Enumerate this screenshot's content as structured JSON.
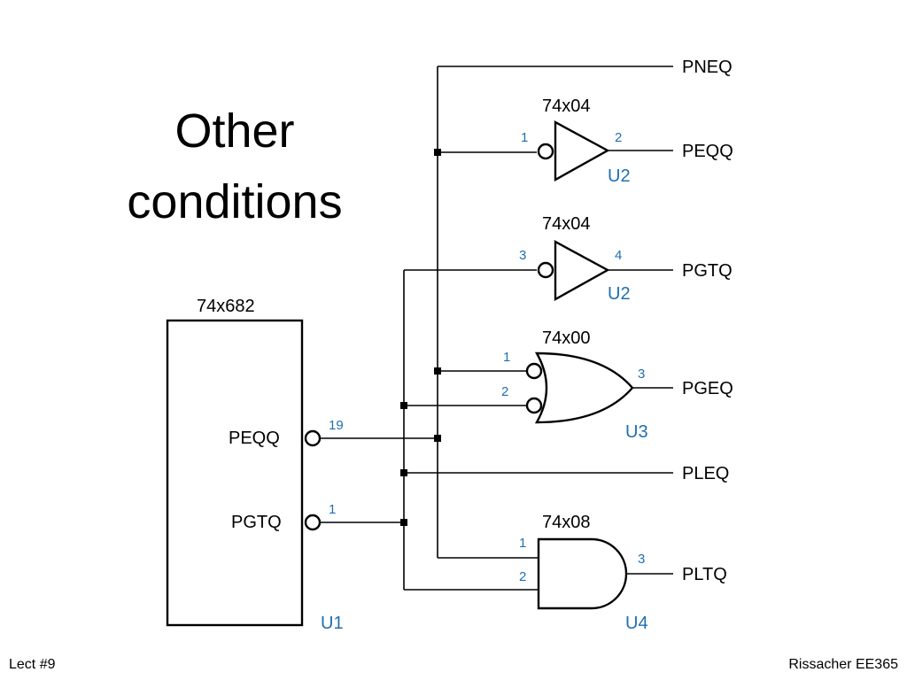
{
  "slide": {
    "title_line1": "Other",
    "title_line2": "conditions",
    "footer_left": "Lect #9",
    "footer_right": "Rissacher EE365"
  },
  "colors": {
    "pin_label": "#1f6fb2",
    "wire": "#000000"
  },
  "u1": {
    "part": "74x682",
    "ref": "U1",
    "pin_peqq_label": "PEQQ",
    "pin_peqq_num": "19",
    "pin_pgtq_label": "PGTQ",
    "pin_pgtq_num": "1"
  },
  "inv1": {
    "part": "74x04",
    "ref": "U2",
    "in_pin": "1",
    "out_pin": "2"
  },
  "inv2": {
    "part": "74x04",
    "ref": "U2",
    "in_pin": "3",
    "out_pin": "4"
  },
  "or1": {
    "part": "74x00",
    "ref": "U3",
    "in_pin_a": "1",
    "in_pin_b": "2",
    "out_pin": "3"
  },
  "and1": {
    "part": "74x08",
    "ref": "U4",
    "in_pin_a": "1",
    "in_pin_b": "2",
    "out_pin": "3"
  },
  "outputs": {
    "pneq": "PNEQ",
    "peqq": "PEQQ",
    "pgtq": "PGTQ",
    "pgeq": "PGEQ",
    "pleq": "PLEQ",
    "pltq": "PLTQ"
  }
}
